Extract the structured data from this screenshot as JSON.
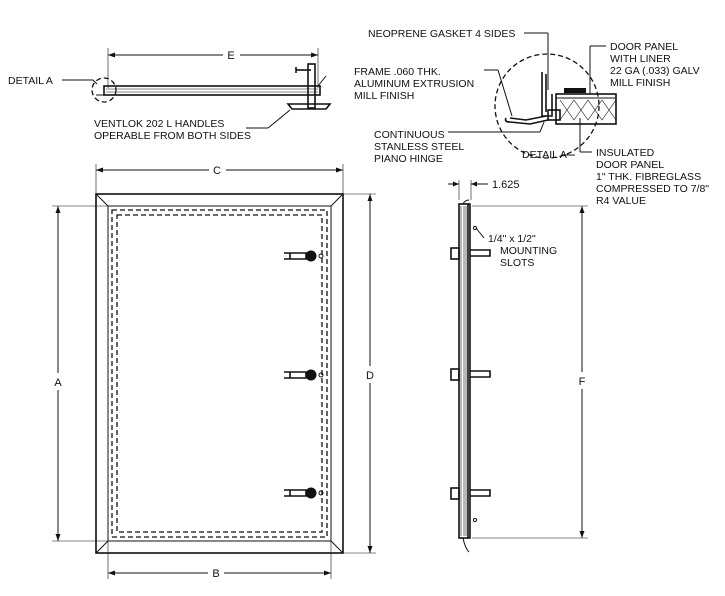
{
  "callouts": {
    "neoprene": "NEOPRENE GASKET 4 SIDES",
    "door_panel": [
      "DOOR PANEL",
      "WITH LINER",
      "22 GA (.033) GALV",
      "MILL FINISH"
    ],
    "frame": [
      "FRAME .060 THK.",
      "ALUMINUM EXTRUSION",
      "MILL FINISH"
    ],
    "hinge": [
      "CONTINUOUS",
      "STANLESS STEEL",
      "PIANO HINGE"
    ],
    "detail_a_top": "DETAIL A",
    "detail_a_circle": "DETAIL A",
    "insulated": [
      "INSULATED",
      "DOOR PANEL",
      "1\" THK. FIBREGLASS",
      "COMPRESSED TO 7/8\"",
      "R4 VALUE"
    ],
    "handles": [
      "VENTLOK 202 L HANDLES",
      "OPERABLE FROM BOTH SIDES"
    ],
    "slots": [
      "1/4\" x 1/2\"",
      "MOUNTING",
      "SLOTS"
    ]
  },
  "dimensions": {
    "E": "E",
    "C": "C",
    "A": "A",
    "D": "D",
    "B": "B",
    "F": "F",
    "side_depth": "1.625"
  }
}
